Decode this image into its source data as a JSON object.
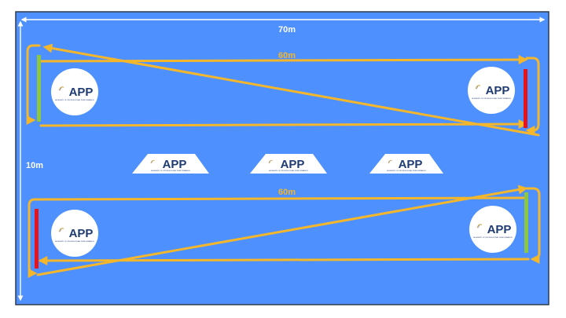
{
  "labels": {
    "total_width": "70m",
    "lane_top": "60m",
    "lane_bottom": "60m",
    "height": "10m"
  },
  "logo": {
    "text": "APP",
    "tagline": "ACADEMY OF PROFESSIONAL PERFORMANCE"
  },
  "colors": {
    "field": "#4d90fe",
    "border": "#2f3a4a",
    "route": "#f4b72c",
    "marker_white": "#ffffff",
    "start_marker": "#8dc63f",
    "end_marker": "#e8121b",
    "logo_text": "#1f3b73",
    "logo_swoosh": "#c9a24a"
  },
  "icons": {
    "arrow": "arrowhead-icon",
    "logo": "app-logo-icon"
  }
}
